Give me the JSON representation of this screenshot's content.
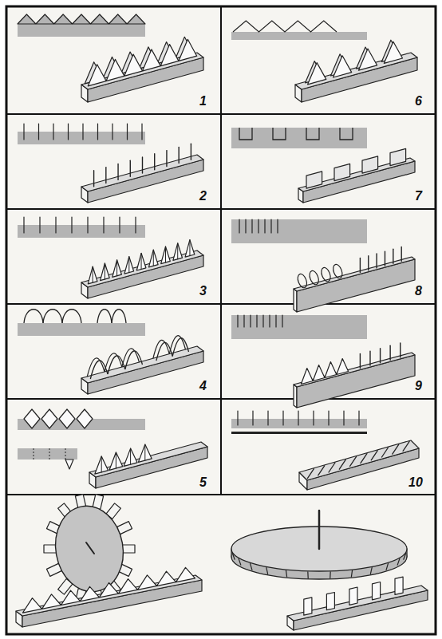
{
  "diagram": {
    "labels": [
      "1",
      "6",
      "2",
      "7",
      "3",
      "8",
      "4",
      "9",
      "5",
      "10"
    ]
  }
}
